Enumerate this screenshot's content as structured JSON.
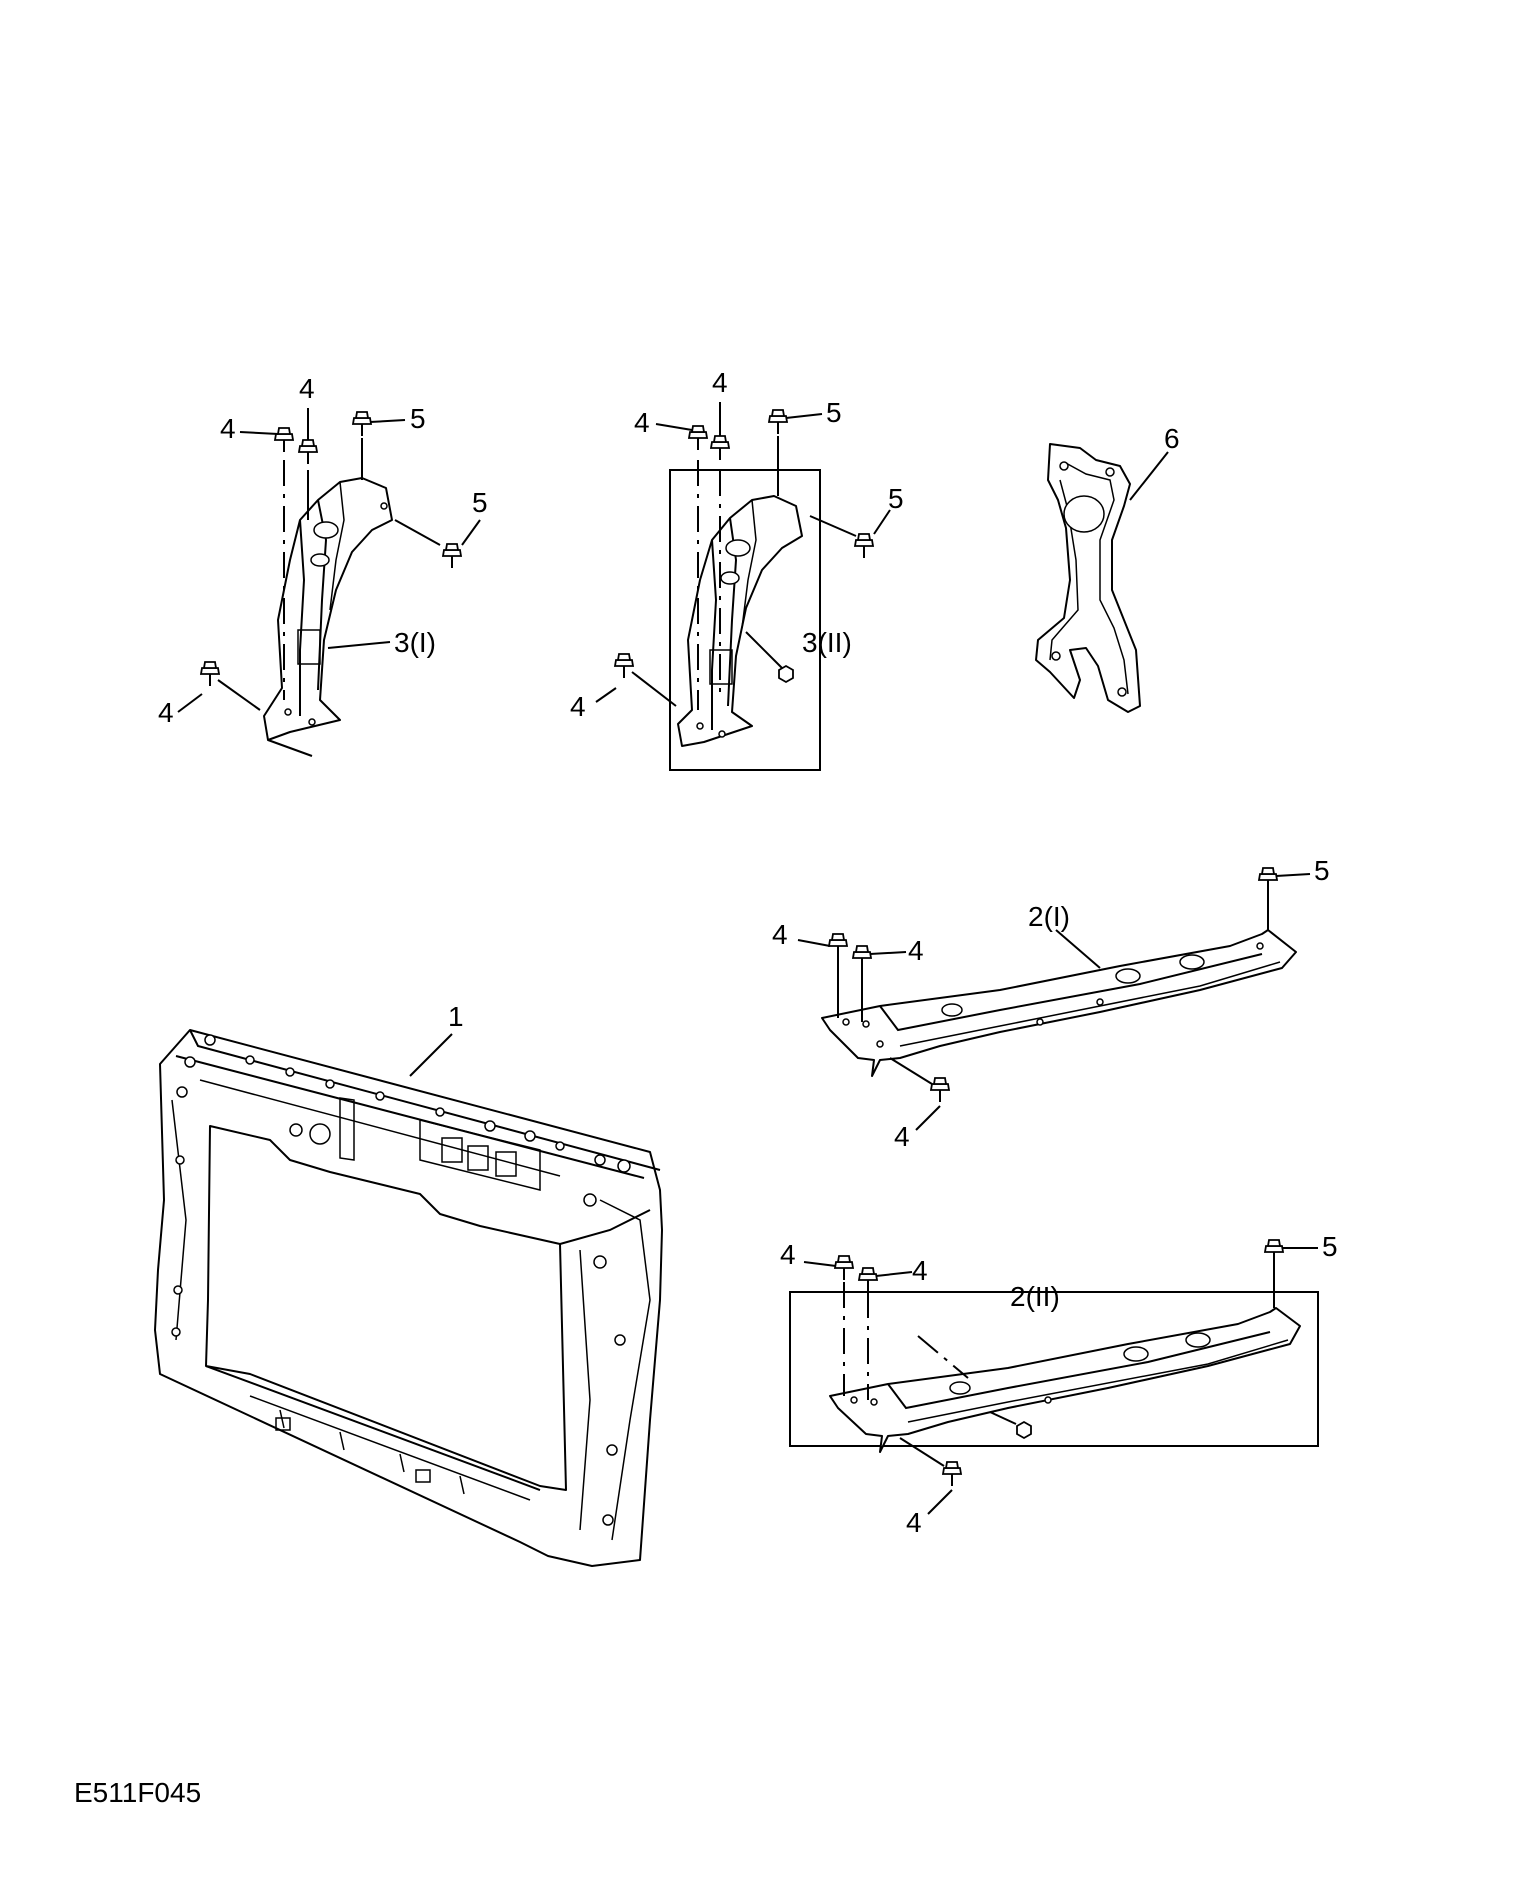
{
  "diagram_code": "E511F045",
  "callouts": {
    "upright_left": {
      "top_bolt_a": "4",
      "top_bolt_b": "4",
      "top_bolt_c": "5",
      "side_bolt": "5",
      "part": "3(I)",
      "bottom_bolt": "4"
    },
    "upright_right": {
      "top_bolt_a": "4",
      "top_bolt_b": "4",
      "top_bolt_c": "5",
      "side_bolt": "5",
      "part": "3(II)",
      "bottom_bolt": "4"
    },
    "plate": {
      "part": "6"
    },
    "frame": {
      "part": "1"
    },
    "crossbar_upper": {
      "part": "2(I)",
      "bolt_left_a": "4",
      "bolt_left_b": "4",
      "bolt_right": "5",
      "bolt_bottom": "4"
    },
    "crossbar_lower": {
      "part": "2(II)",
      "bolt_left_a": "4",
      "bolt_left_b": "4",
      "bolt_right": "5",
      "bolt_bottom": "4"
    }
  }
}
